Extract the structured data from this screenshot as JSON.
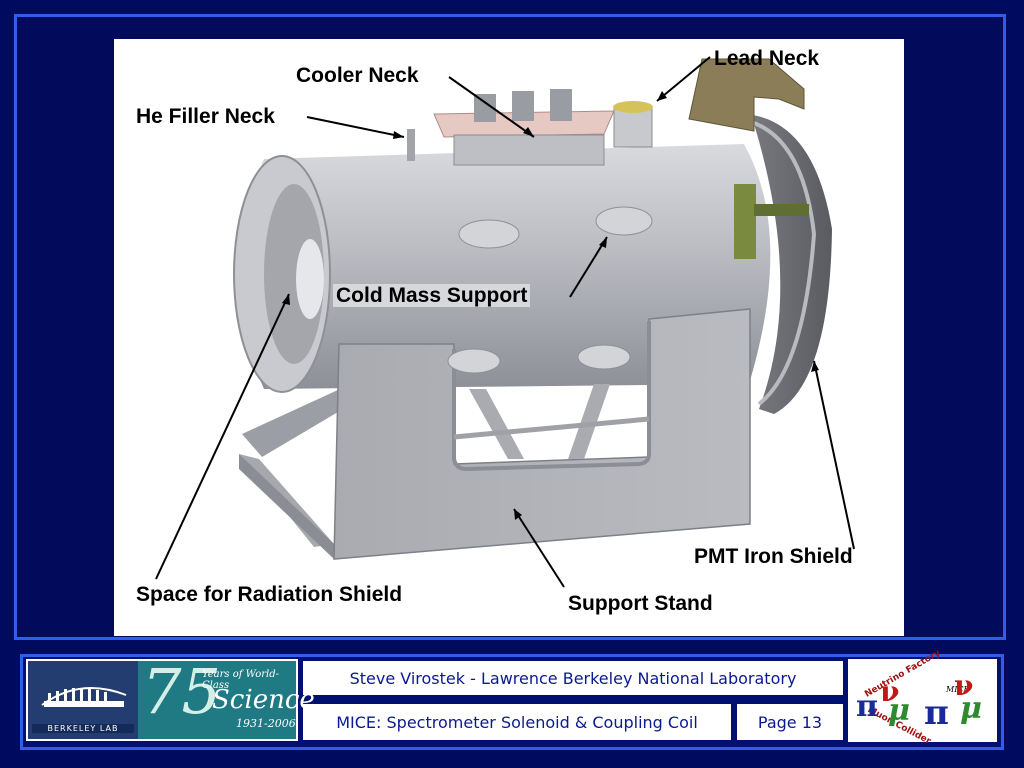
{
  "figure": {
    "labels": {
      "lead_neck": "Lead Neck",
      "cooler_neck": "Cooler Neck",
      "he_filler_neck": "He Filler Neck",
      "cold_mass_support": "Cold Mass Support",
      "pmt_iron_shield": "PMT Iron Shield",
      "space_for_radiation_shield": "Space for Radiation Shield",
      "support_stand": "Support Stand"
    }
  },
  "footer": {
    "author": "Steve Virostek - Lawrence Berkeley National Laboratory",
    "title": "MICE: Spectrometer Solenoid & Coupling Coil",
    "page": "Page 13",
    "logo_left": {
      "org": "BERKELEY LAB",
      "years": "75",
      "line1": "Years of World-Class",
      "line2": "Science",
      "line3": "1931-2006"
    },
    "logo_right": {
      "top_text": "Neutrino Factory",
      "bottom_text": "Muon Collider",
      "mice": "MICE"
    }
  },
  "colors": {
    "background": "#000a5e",
    "frame_border": "#2f5fe8",
    "footer_text": "#0a1a90"
  }
}
